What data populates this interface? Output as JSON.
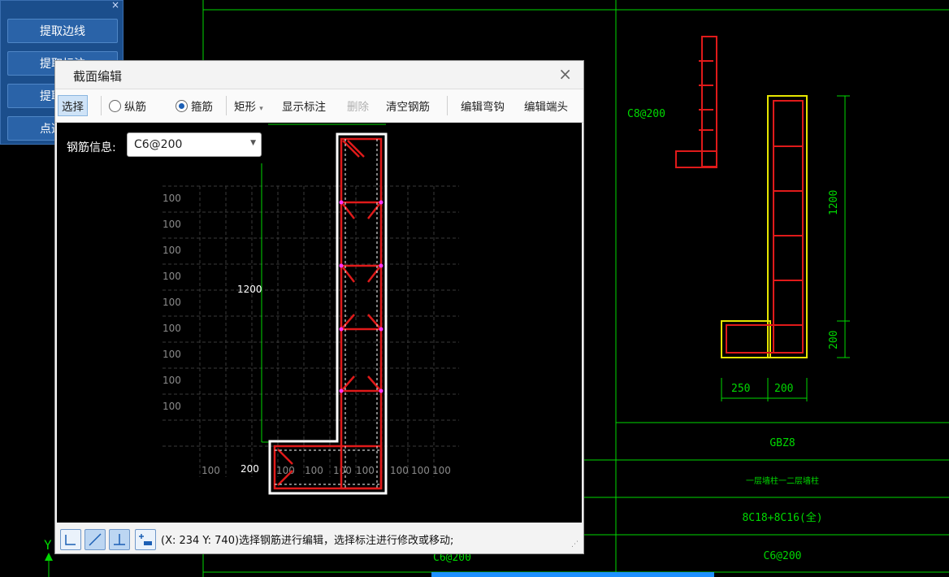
{
  "panel": {
    "close": "×",
    "buttons": [
      "提取边线",
      "提取标注",
      "提取钢筋",
      "点选识别"
    ]
  },
  "dialog": {
    "title": "截面编辑",
    "close": "×",
    "toolbar": {
      "select": "选择",
      "longitudinal": "纵筋",
      "stirrup": "箍筋",
      "shape": "矩形",
      "shape_arrow": "▾",
      "show_dims": "显示标注",
      "delete": "删除",
      "clear_rebar": "清空钢筋",
      "edit_hook": "编辑弯钩",
      "edit_end": "编辑端头"
    },
    "rebar_info_label": "钢筋信息:",
    "rebar_info_value": "C6@200",
    "dims": {
      "height": "1200",
      "foot": "200",
      "grid": "100"
    },
    "status_text": "(X: 234 Y: 740)选择钢筋进行编辑，选择标注进行修改或移动;"
  },
  "cad": {
    "label_rebar": "C8@200",
    "dim_1200": "1200",
    "dim_200": "200",
    "dim_250": "250",
    "dim_200b": "200",
    "table": [
      "GBZ8",
      "一层墙柱一二层墙柱",
      "8C18+8C16(全)",
      "C6@200"
    ],
    "behind_text": "C6@200",
    "axis_y": "Y"
  },
  "colors": {
    "green": "#00d800",
    "red": "#e01a1a",
    "yellow": "#e6e600",
    "panel": "#1b4e8c",
    "magenta": "#ff33ff"
  }
}
